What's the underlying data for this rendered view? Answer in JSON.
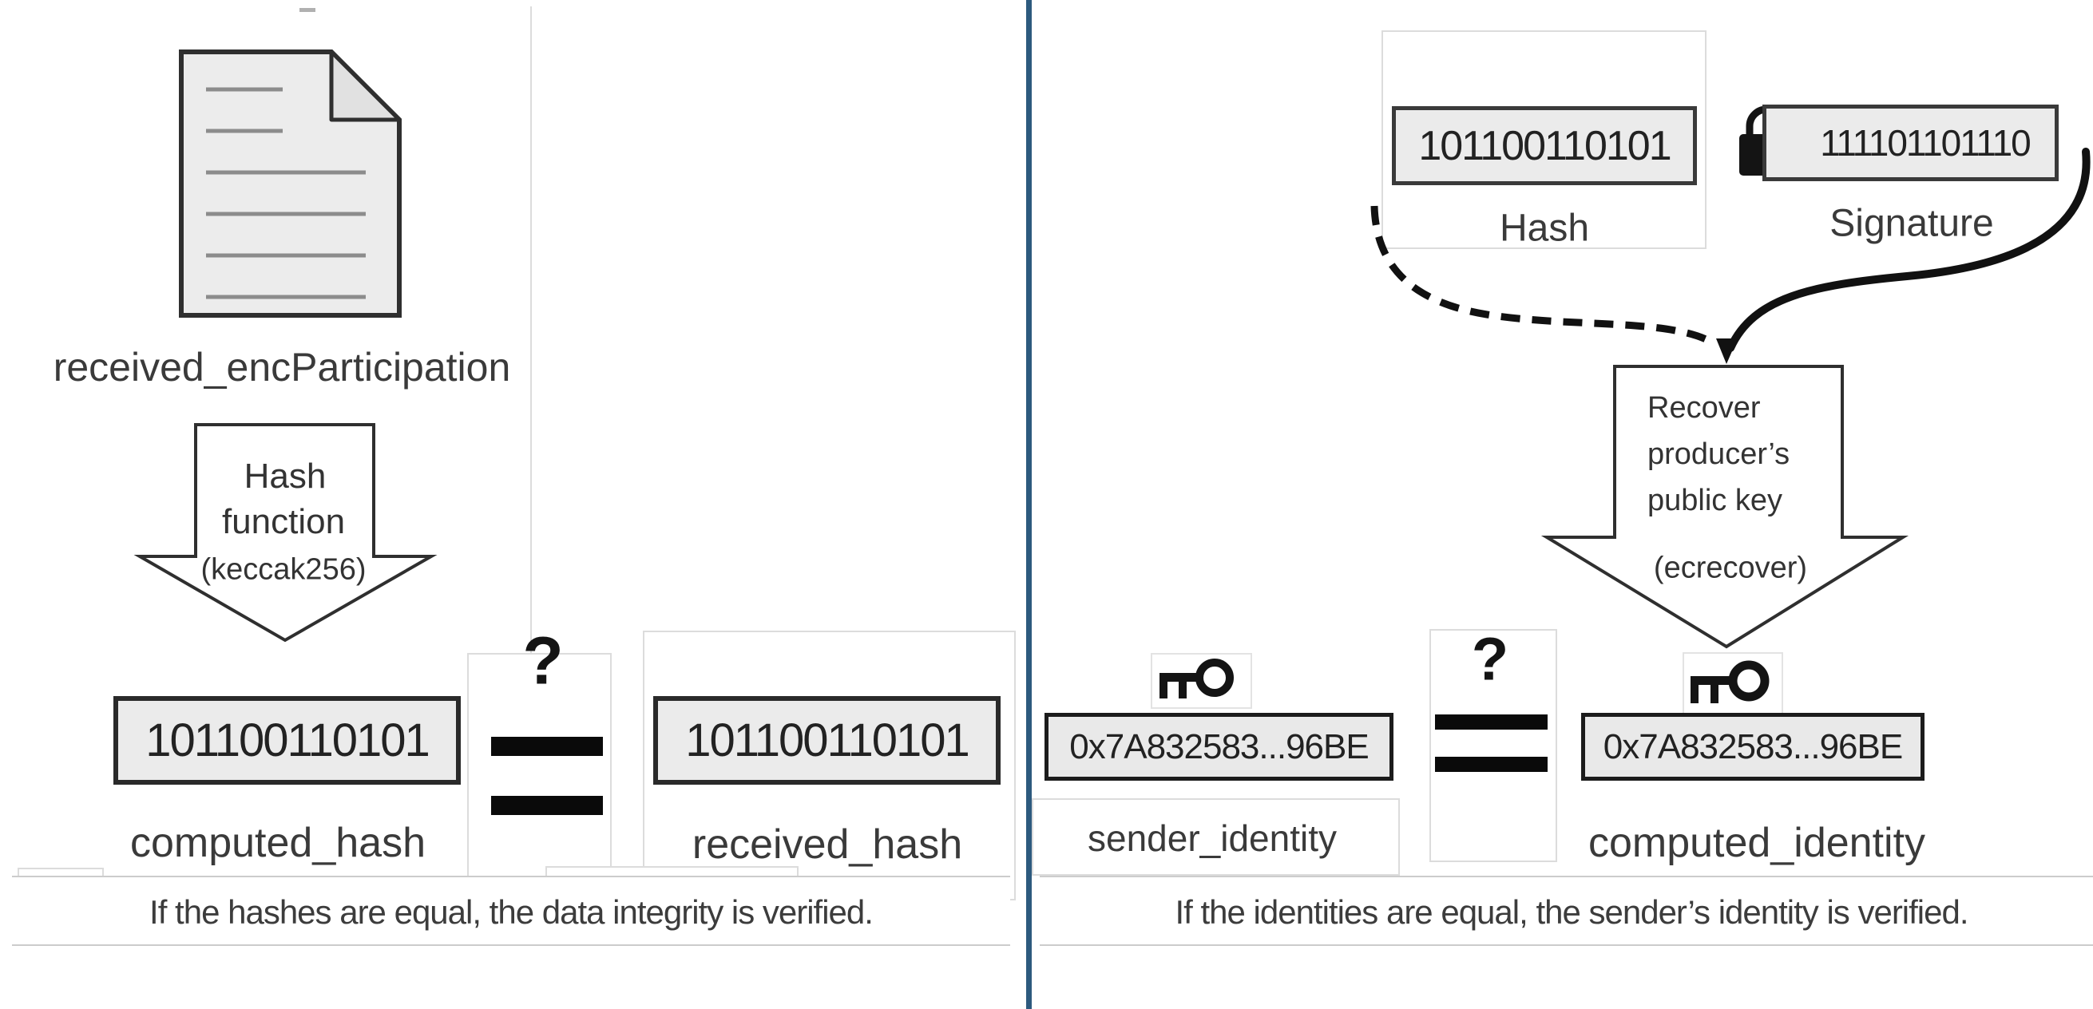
{
  "left": {
    "document_label": "received_encParticipation",
    "hash_arrow": {
      "line1": "Hash",
      "line2": "function",
      "line3": "(keccak256)"
    },
    "computed_hash": {
      "value": "101100110101",
      "label": "computed_hash"
    },
    "received_hash": {
      "value": "101100110101",
      "label": "received_hash"
    },
    "question_mark": "?",
    "caption": "If the hashes are equal, the data integrity is verified."
  },
  "right": {
    "hash_box": {
      "value": "101100110101",
      "label": "Hash"
    },
    "signature_box": {
      "value": "111101101110",
      "label": "Signature"
    },
    "recover_arrow": {
      "line1": "Recover",
      "line2": "producer’s",
      "line3": "public key",
      "line4": "(ecrecover)"
    },
    "sender_identity": {
      "value": "0x7A832583...96BE",
      "label": "sender_identity"
    },
    "computed_identity": {
      "value": "0x7A832583...96BE",
      "label": "computed_identity"
    },
    "question_mark": "?",
    "caption": "If the identities are equal, the sender’s identity is verified."
  },
  "colors": {
    "divider": "#2d5a7e",
    "box_fill": "#ebebeb",
    "ink": "#141414",
    "panel_border": "#dcdcdc"
  }
}
